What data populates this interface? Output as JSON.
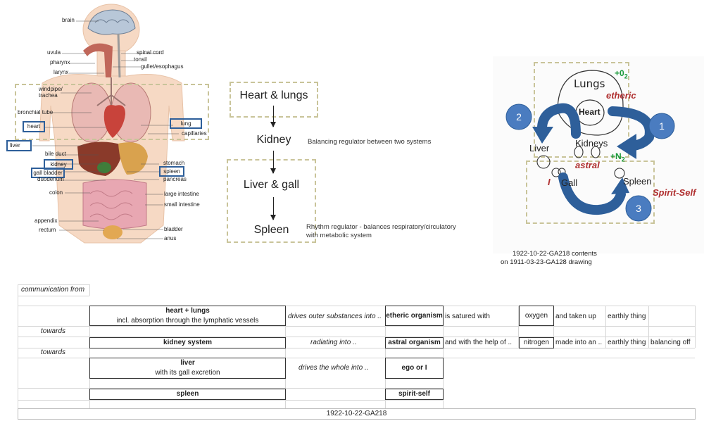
{
  "anatomy": {
    "labels_left": [
      "brain",
      "uvula",
      "pharynx",
      "larynx",
      "windpipe/ trachea",
      "bronchial tube",
      "heart",
      "liver",
      "bile duct",
      "kidney",
      "gall bladder",
      "duodenum",
      "colon",
      "appendix",
      "rectum"
    ],
    "labels_right": [
      "spinal cord",
      "tonsil",
      "gullet/esophagus",
      "lung",
      "capillaries",
      "stomach",
      "spleen",
      "pancreas",
      "large intestine",
      "small intestine",
      "bladder",
      "anus"
    ]
  },
  "flow": {
    "heart_lungs": "Heart & lungs",
    "kidney": "Kidney",
    "kidney_note": "Balancing regulator between two systems",
    "liver_gall": "Liver & gall",
    "spleen": "Spleen",
    "spleen_note_1": "Rhythm regulator - balances respiratory/circulatory",
    "spleen_note_2": "with metabolic system"
  },
  "sketch": {
    "lungs": "Lungs",
    "o2": "+0",
    "o2_sub": "2",
    "etheric": "etheric",
    "heart": "Heart",
    "liver": "Liver",
    "kidneys": "Kidneys",
    "n2": "+N",
    "n2_sub": "2",
    "astral": "astral",
    "gall": "Gall",
    "i": "I",
    "spleen": "Spleen",
    "spirit_self": "Spirit-Self",
    "num1": "1",
    "num2": "2",
    "num3": "3",
    "caption_1": "1922-10-22-GA218 contents",
    "caption_2": "on 1911-03-23-GA128 drawing"
  },
  "table": {
    "communication_from": "communication from",
    "towards_1": "towards",
    "towards_2": "towards",
    "row1": {
      "organ": "heart + lungs",
      "organ_sub": "incl. absorption through the lymphatic vessels",
      "verb": "drives outer substances into ..",
      "body": "etheric organism",
      "c1": "is satured with",
      "c2": "oxygen",
      "c3": "and taken up",
      "c4": "earthly thing"
    },
    "row2": {
      "organ": "kidney system",
      "verb": "radiating into ..",
      "body": "astral organism",
      "c1": "and with the help of ..",
      "c2": "nitrogen",
      "c3": "made into an ..",
      "c4": "earthly thing",
      "c5": "balancing off"
    },
    "row3": {
      "organ": "liver",
      "organ_sub": "with its gall excretion",
      "verb": "drives the whole into ..",
      "body": "ego or I"
    },
    "row4": {
      "organ": "spleen",
      "body": "spirit-self"
    },
    "footer": "1922-10-22-GA218"
  },
  "colors": {
    "blue_accent": "#2e5f9a",
    "circle_blue": "#4a7cc0",
    "red_label": "#b03030",
    "green_label": "#1a9a3a",
    "dashed_border": "#c9c49a",
    "skin": "#f6d9c4"
  }
}
